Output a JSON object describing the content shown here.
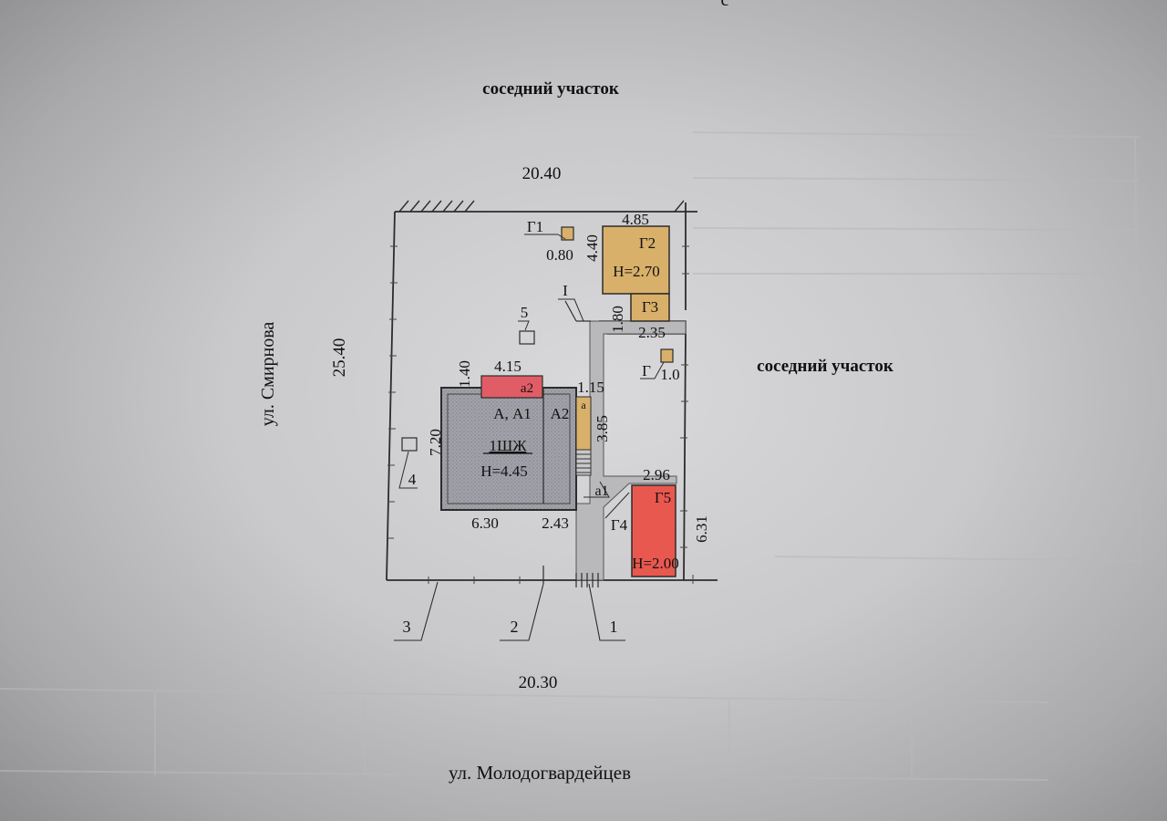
{
  "labels": {
    "north_neighbor": "соседний участок",
    "east_neighbor": "соседний участок",
    "west_street": "ул. Смирнова",
    "south_street": "ул. Молодогвардейцев"
  },
  "dimensions": {
    "top": "20.40",
    "bottom": "20.30",
    "left": "25.40",
    "g2_width": "4.85",
    "g2_height": "4.40",
    "g1_size": "0.80",
    "g3_height": "1.80",
    "g3_width": "2.35",
    "a2_height": "1.40",
    "a2_width": "4.15",
    "a_width": "1.15",
    "house_height": "7.20",
    "a_height": "3.85",
    "house_bottom": "6.30",
    "a1_offset": "2.43",
    "g5_width": "2.96",
    "g5_height": "6.31",
    "g_size": "1.0"
  },
  "buildings": {
    "house_label": "А, А1",
    "house_annex": "А2",
    "house_type": "1ШЖ",
    "house_height": "Н=4.45",
    "a2": "а2",
    "a": "а",
    "a1": "а1",
    "g1": "Г1",
    "g2": "Г2",
    "g2_height": "Н=2.70",
    "g3": "Г3",
    "g": "Г",
    "g4": "Г4",
    "g5": "Г5",
    "g5_height": "Н=2.00"
  },
  "markers": {
    "one": "1",
    "two": "2",
    "three": "3",
    "four": "4",
    "five": "5",
    "roman_one": "I"
  },
  "colors": {
    "residential": "#9c9ca4",
    "garage": "#e9584f",
    "annex_red": "#e15d66",
    "shed": "#d9b06a",
    "path": "#b9b9bb",
    "line": "#2c2c2c"
  }
}
